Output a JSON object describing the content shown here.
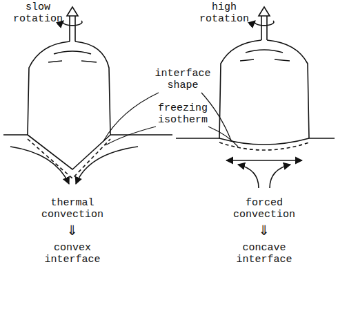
{
  "diagram": {
    "labels": [
      "slow rotation",
      "high rotation",
      "interface shape",
      "freezing isotherm",
      "thermal convection",
      "⇓",
      "convex interface",
      "forced convection",
      "⇓",
      "concave interface"
    ]
  }
}
